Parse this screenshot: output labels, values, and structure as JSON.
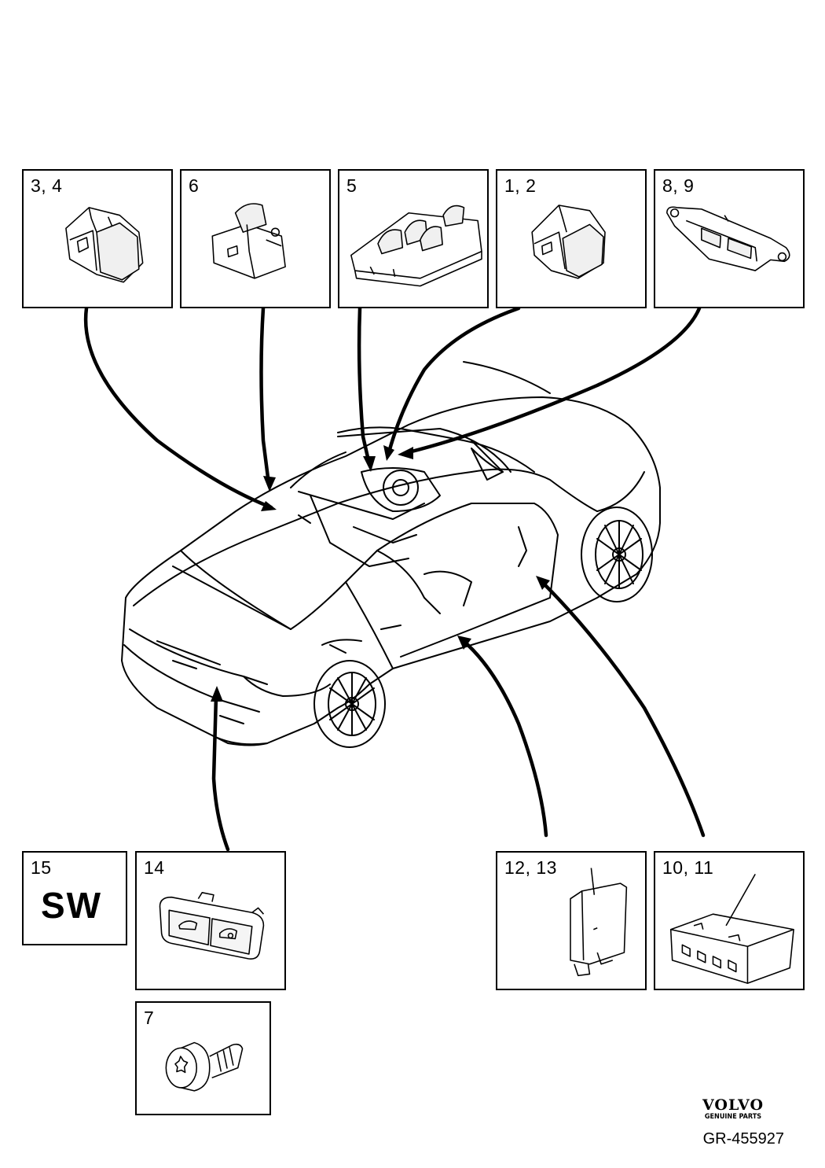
{
  "callouts": [
    {
      "id": "c34",
      "label": "3, 4",
      "part": "rear-door-window-switch"
    },
    {
      "id": "c6",
      "label": "6",
      "part": "front-passenger-window-switch"
    },
    {
      "id": "c5",
      "label": "5",
      "part": "driver-door-switch-panel"
    },
    {
      "id": "c12",
      "label": "1, 2",
      "part": "rear-window-switch"
    },
    {
      "id": "c89",
      "label": "8, 9",
      "part": "roof-switch-module"
    },
    {
      "id": "c15",
      "label": "15",
      "part": "software"
    },
    {
      "id": "c14",
      "label": "14",
      "part": "trunk-lid-switch"
    },
    {
      "id": "c1213",
      "label": "12, 13",
      "part": "door-control-module"
    },
    {
      "id": "c1011",
      "label": "10, 11",
      "part": "control-module-with-antenna"
    },
    {
      "id": "c7",
      "label": "7",
      "part": "torx-screw"
    }
  ],
  "software_label": "SW",
  "brand": {
    "name": "VOLVO",
    "sub": "GENUINE PARTS"
  },
  "reference": "GR-455927"
}
